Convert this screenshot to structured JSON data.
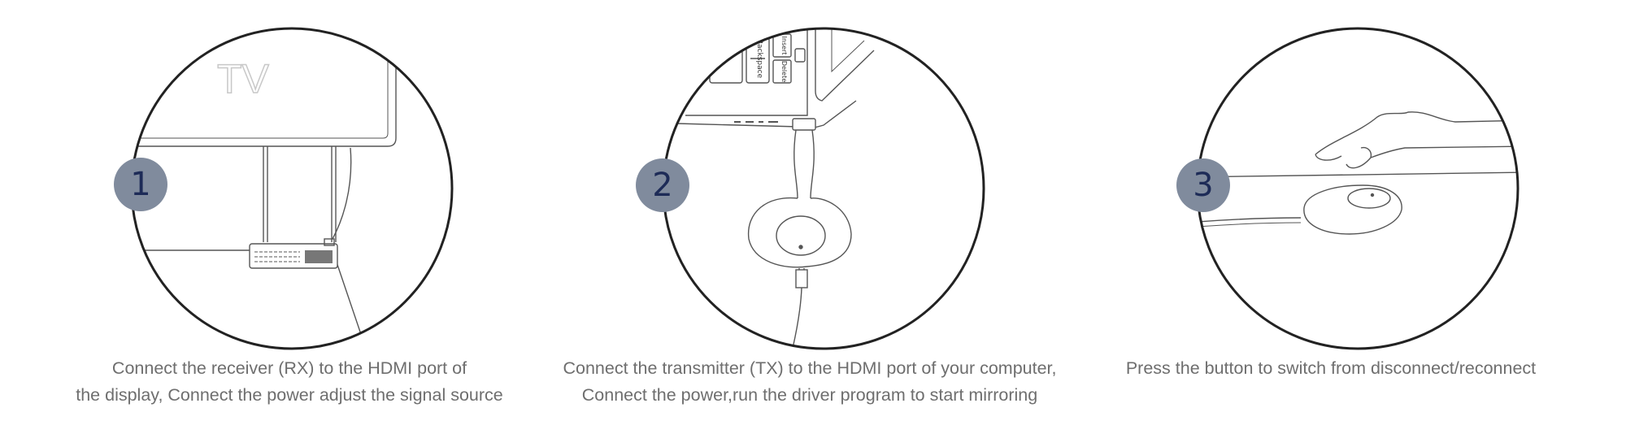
{
  "steps": [
    {
      "number": "1",
      "tv_label": "TV",
      "caption_line1": "Connect the receiver (RX) to the HDMI port of",
      "caption_line2": "the display, Connect the power adjust the signal source"
    },
    {
      "number": "2",
      "key_labels": [
        "Backspace",
        "Insert",
        "Delete"
      ],
      "caption_line1": "Connect the transmitter (TX) to the HDMI port of your computer,",
      "caption_line2": "Connect the power,run the driver program to start mirroring"
    },
    {
      "number": "3",
      "caption_line1": "Press the button to switch from disconnect/reconnect",
      "caption_line2": ""
    }
  ],
  "colors": {
    "badge_fill": "#808b9d",
    "badge_text": "#1d2b57",
    "caption_text": "#6e6e6e",
    "line_art": "#555555"
  }
}
